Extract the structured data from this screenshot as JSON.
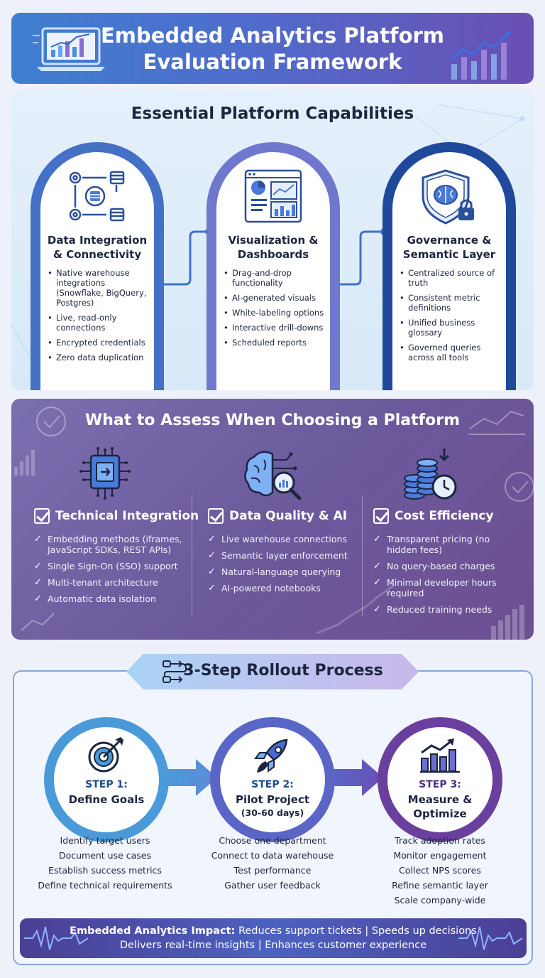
{
  "header": {
    "title_line1": "Embedded Analytics Platform",
    "title_line2": "Evaluation Framework"
  },
  "capabilities": {
    "title": "Essential Platform Capabilities",
    "cards": [
      {
        "title_line1": "Data Integration",
        "title_line2": "& Connectivity",
        "icon": "gear-database-icon",
        "items": [
          "Native warehouse integrations (Snowflake, BigQuery, Postgres)",
          "Live, read-only connections",
          "Encrypted credentials",
          "Zero data duplication"
        ]
      },
      {
        "title_line1": "Visualization &",
        "title_line2": "Dashboards",
        "icon": "dashboard-icon",
        "items": [
          "Drag-and-drop functionality",
          "AI-generated visuals",
          "White-labeling options",
          "Interactive drill-downs",
          "Scheduled reports"
        ]
      },
      {
        "title_line1": "Governance &",
        "title_line2": "Semantic Layer",
        "icon": "shield-brain-lock-icon",
        "items": [
          "Centralized source of truth",
          "Consistent metric definitions",
          "Unified business glossary",
          "Governed queries across all tools"
        ]
      }
    ]
  },
  "assess": {
    "title": "What to Assess When Choosing a Platform",
    "columns": [
      {
        "heading": "Technical Integration",
        "icon": "chip-icon",
        "items": [
          "Embedding methods (iframes, JavaScript SDKs, REST APIs)",
          "Single Sign-On (SSO) support",
          "Multi-tenant architecture",
          "Automatic data isolation"
        ]
      },
      {
        "heading": "Data Quality & AI",
        "icon": "brain-magnifier-icon",
        "items": [
          "Live warehouse connections",
          "Semantic layer enforcement",
          "Natural-language querying",
          "AI-powered notebooks"
        ]
      },
      {
        "heading": "Cost Efficiency",
        "icon": "coins-clock-icon",
        "items": [
          "Transparent pricing (no hidden fees)",
          "No query-based charges",
          "Minimal developer hours required",
          "Reduced training needs"
        ]
      }
    ]
  },
  "rollout": {
    "title": "3-Step Rollout Process",
    "steps": [
      {
        "label": "STEP 1:",
        "name": "Define Goals",
        "sub": "",
        "icon": "target-icon",
        "items": [
          "Identify target users",
          "Document use cases",
          "Establish success metrics",
          "Define technical requirements"
        ]
      },
      {
        "label": "STEP 2:",
        "name": "Pilot Project",
        "sub": "(30-60 days)",
        "icon": "rocket-icon",
        "items": [
          "Choose one department",
          "Connect to data warehouse",
          "Test performance",
          "Gather user feedback"
        ]
      },
      {
        "label": "STEP 3:",
        "name_line1": "Measure &",
        "name_line2": "Optimize",
        "icon": "growth-chart-icon",
        "items": [
          "Track adoption rates",
          "Monitor engagement",
          "Collect NPS scores",
          "Refine semantic layer",
          "Scale company-wide"
        ]
      }
    ]
  },
  "impact": {
    "label": "Embedded Analytics Impact:",
    "line1_rest": " Reduces support tickets | Speeds up decisions",
    "line2": "Delivers real-time insights | Enhances customer experience"
  },
  "colors": {
    "header_start": "#3f7fd0",
    "header_end": "#6a4fb4",
    "assess_bg": "#6b5a9c",
    "step1": "#4a9ad9",
    "step2": "#5966c6",
    "step3": "#6a3f9e"
  }
}
